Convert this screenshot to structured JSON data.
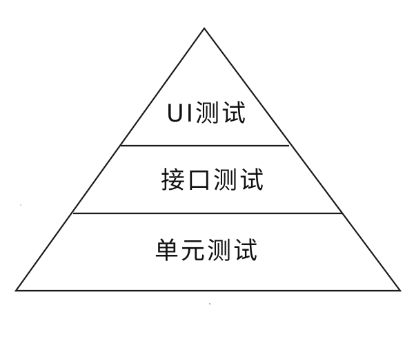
{
  "pyramid": {
    "tiers": [
      {
        "label": "UI测试"
      },
      {
        "label": "接口测试"
      },
      {
        "label": "单元测试"
      }
    ]
  }
}
